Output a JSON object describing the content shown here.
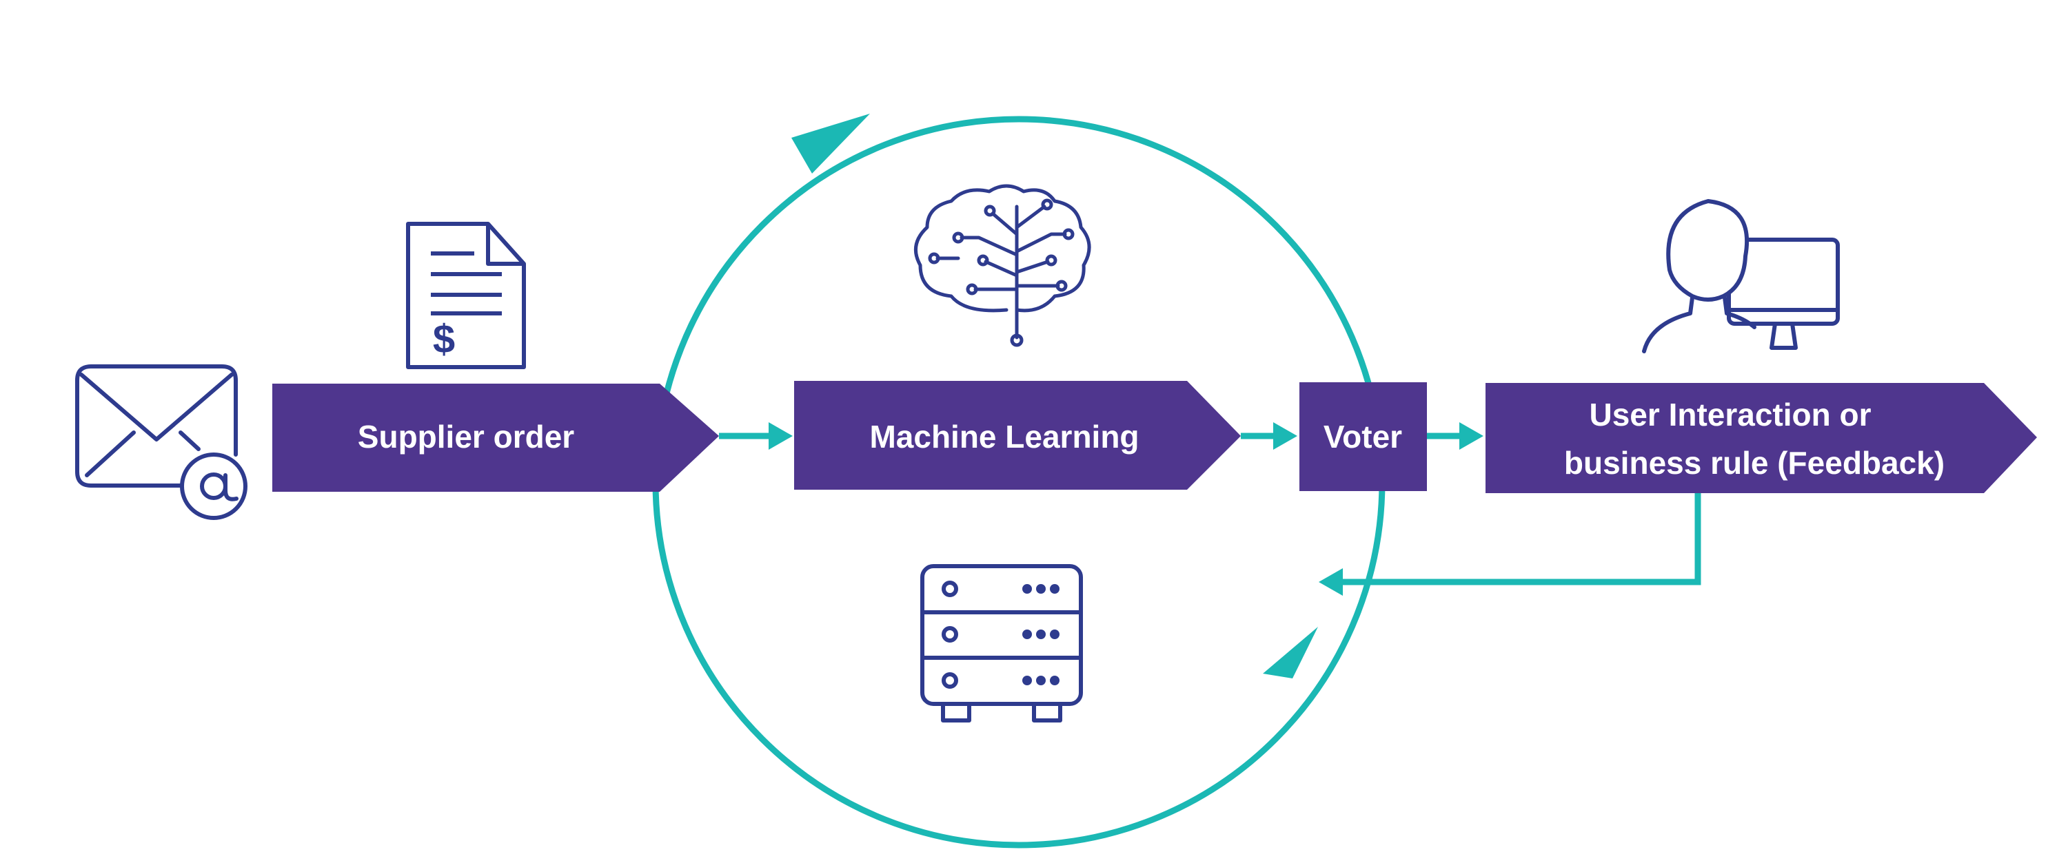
{
  "colors": {
    "purple": "#4F368E",
    "teal": "#1BB8B4",
    "icon_stroke": "#2E3B8E",
    "label_text": "#FFFFFF",
    "background": "#FFFFFF"
  },
  "steps": {
    "supplier": {
      "label": "Supplier order"
    },
    "ml": {
      "label": "Machine Learning"
    },
    "voter": {
      "label": "Voter"
    },
    "feedback": {
      "line1": "User Interaction or",
      "line2": "business rule (Feedback)"
    }
  },
  "icons": {
    "email": "email-at-icon",
    "invoice": "invoice-document-icon",
    "brain": "ai-brain-circuit-icon",
    "server": "server-rack-icon",
    "user": "user-at-computer-icon"
  }
}
